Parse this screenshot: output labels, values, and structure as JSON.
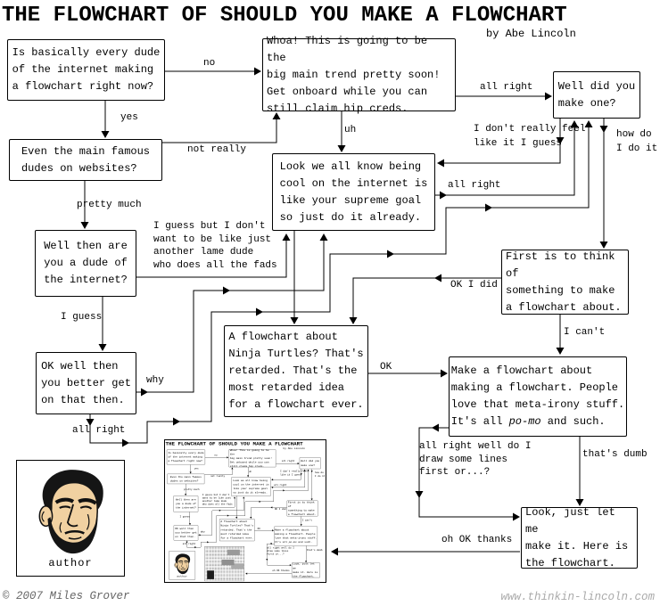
{
  "title": "THE FLOWCHART OF SHOULD YOU MAKE A FLOWCHART",
  "byline": "by Abe Lincoln",
  "boxes": {
    "q1": "Is basically every dude\nof the internet making\na flowchart right now?",
    "whoa": "Whoa! This is going to be the\nbig main trend pretty soon!\nGet onboard while you can\nstill claim hip creds.",
    "did": "Well did you\nmake one?",
    "even": "Even the main famous\ndudes on websites?",
    "dude": "Well then are\nyou a dude of\nthe internet?",
    "look": "Look we all know being\ncool on the internet is\nlike your supreme goal\nso just do it already.",
    "first": "First is to think of\nsomething to make\na flowchart about.",
    "okwell": "OK well then\nyou better get\non that then.",
    "ninja": "A flowchart about\nNinja Turtles? That's\nretarded. That's the\nmost retarded idea\nfor a flowchart ever.",
    "make_l1": "Make a flowchart about",
    "make_l2": "making a flowchart. People",
    "make_l3": "love that meta-irony stuff.",
    "make_l4a": "It's all ",
    "make_l4b": "po-mo",
    "make_l4c": " and such.",
    "lookjust": "Look, just let me\nmake it. Here is\nthe flowchart."
  },
  "labels": {
    "no": "no",
    "yes": "yes",
    "not_really": "not really",
    "pretty_much": "pretty much",
    "i_guess_but": "I guess but I don't\nwant to be like just\nanother lame dude\nwho does all the fads",
    "i_guess": "I guess",
    "why": "why",
    "all_right_okwell": "all right",
    "uh": "uh",
    "all_right_whoa": "all right",
    "dont_feel": "I don't really feel\nlike it I guess",
    "how_do": "how do\nI do it",
    "all_right_look": "all right",
    "ok_i_did": "OK I did",
    "i_cant": "I can't",
    "ok": "OK",
    "draw_lines": "all right well do I\ndraw some lines\nfirst or...?",
    "thats_dumb": "that's dumb",
    "oh_ok_thanks": "oh OK thanks"
  },
  "portrait": {
    "caption": "author"
  },
  "footer": {
    "copyright": "© 2007 Miles Grover",
    "url": "www.thinkin-lincoln.com"
  }
}
